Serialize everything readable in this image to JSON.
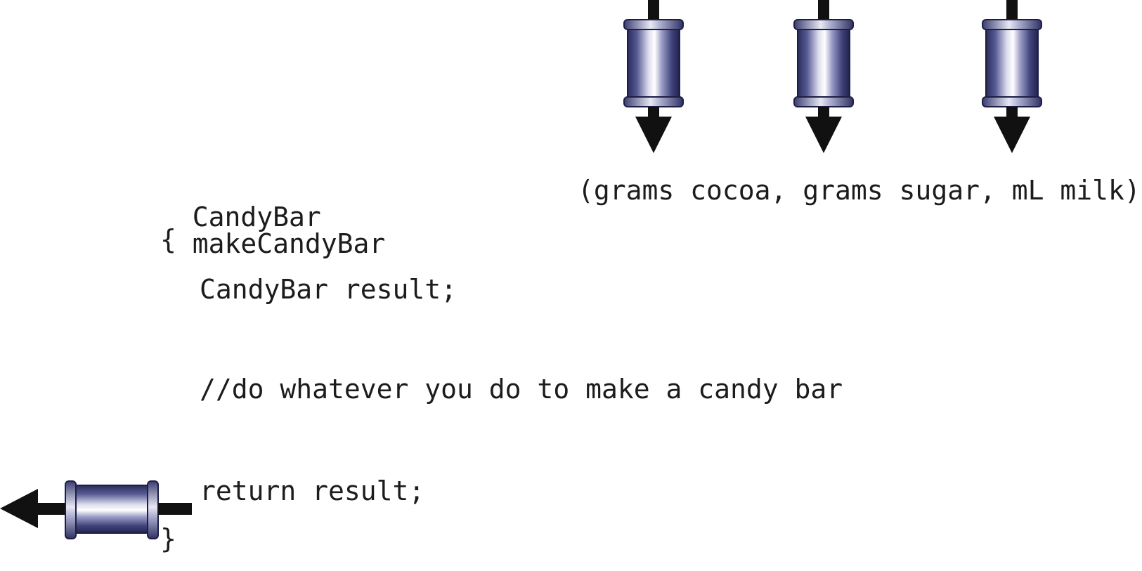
{
  "code": {
    "return_type": "CandyBar",
    "function_name": "makeCandyBar",
    "params": "(grams cocoa, grams sugar, mL milk)",
    "open_brace": "{",
    "declaration": "CandyBar result;",
    "comment": "//do whatever you do to make a candy bar",
    "return_statement": "return result;",
    "close_brace": "}"
  },
  "inputs": [
    "grams cocoa",
    "grams sugar",
    "mL milk"
  ],
  "colors": {
    "text": "#1c1c1c",
    "arrow": "#111111",
    "pipe_dark": "#2e2f63",
    "pipe_mid": "#6f72a8",
    "pipe_light": "#f4f4fb"
  }
}
